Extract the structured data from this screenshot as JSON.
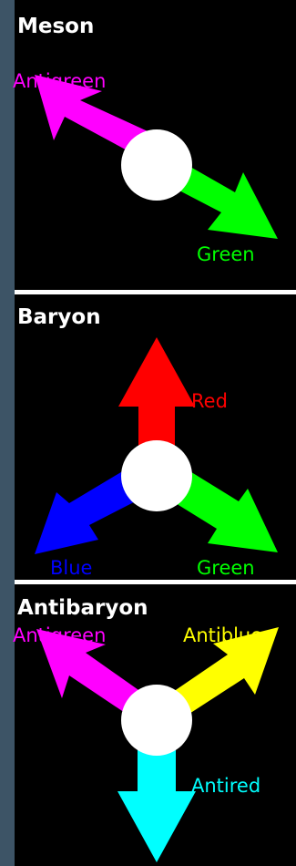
{
  "panels": [
    {
      "title": "Meson",
      "arrows": [
        {
          "label": "Antigreen",
          "color": "#ff00ff"
        },
        {
          "label": "Green",
          "color": "#00ff00"
        }
      ]
    },
    {
      "title": "Baryon",
      "arrows": [
        {
          "label": "Red",
          "color": "#ff0000"
        },
        {
          "label": "Blue",
          "color": "#0000ff"
        },
        {
          "label": "Green",
          "color": "#00ff00"
        }
      ]
    },
    {
      "title": "Antibaryon",
      "arrows": [
        {
          "label": "Antigreen",
          "color": "#ff00ff"
        },
        {
          "label": "Antiblue",
          "color": "#ffff00"
        },
        {
          "label": "Antired",
          "color": "#00ffff"
        }
      ]
    }
  ],
  "colors": {
    "panel_background": "#000000",
    "divider": "#ffffff",
    "page_background": "#3d5466",
    "center_circle": "#ffffff"
  }
}
